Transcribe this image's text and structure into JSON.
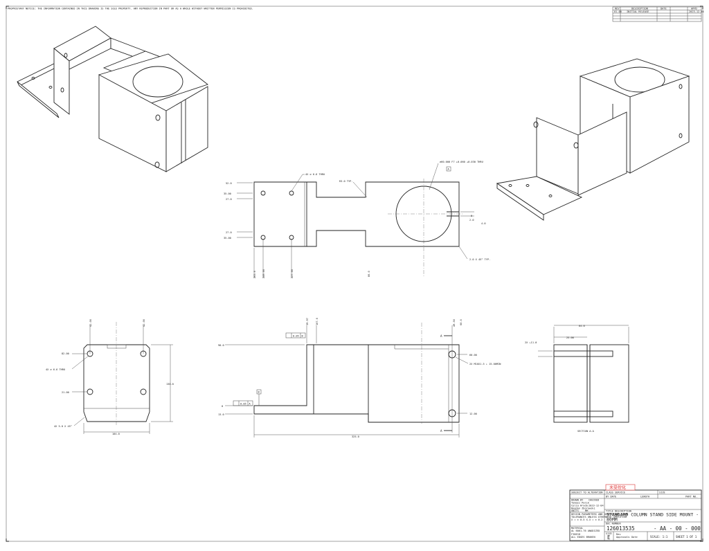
{
  "header_note": "PROPRIETARY NOTICE: THE INFORMATION CONTAINED IN THIS DRAWING IS THE SOLE PROPERTY. ANY REPRODUCTION IN PART OR AS A WHOLE WITHOUT WRITTEN PERMISSION IS PROHIBITED.",
  "revision_table": {
    "headers": [
      "REV",
      "DESCRIPTION",
      "DATE",
      "APPD"
    ],
    "rows": [
      [
        "01-00",
        "INITIAL RELEASE",
        "",
        "2023-12-04"
      ]
    ]
  },
  "top_view": {
    "dims_left": [
      "52.0",
      "35.00",
      "27.0",
      "27.0",
      "35.00"
    ],
    "dims_bottom": [
      "265.0",
      "249.00",
      "227.00",
      "80.0"
    ],
    "notes": {
      "holes": "4X ⌀ 6.6 THRU",
      "radius": "R3.0 TYP.",
      "bore": "⌀60.000 F7 +0.060 +0.030 THRU",
      "bore_tag": "A",
      "chamfer": "2.0 X 45° TYP.",
      "offsets": [
        "0",
        "2.0",
        "4.0"
      ]
    }
  },
  "end_view": {
    "dims_top": [
      "42.00",
      "42.00"
    ],
    "dims_left": [
      "82.00",
      "21.00"
    ],
    "note_holes": "4X ⌀ 6.6 THRU",
    "note_chamfer": "4X 5.0 X 45°",
    "dim_right": "130.0",
    "dim_bottom": "104.0"
  },
  "front_view": {
    "dims_top": [
      "39.97",
      "107.0",
      "49.50",
      "60.0"
    ],
    "dims_left": [
      "98.0",
      "0",
      "13.0"
    ],
    "dims_right": [
      "60.00",
      "12.00"
    ],
    "note_tap": "2X M10X1.5 ↓ 15.00MIN",
    "gdt": [
      "0.05",
      "B",
      "0.05",
      "A"
    ],
    "datum": "B",
    "section_marks": [
      "A",
      "A"
    ],
    "dim_bottom": "325.0"
  },
  "section_view": {
    "dims": [
      "64.0",
      "25.00",
      "2X ⌙11.0"
    ],
    "label": "SECTION A-A"
  },
  "title_block": {
    "stamp": "未受控化",
    "row_labels": [
      "SUBJECT TO ALTERATION",
      "CLASS SERVICE",
      "SIZE",
      "BY DATE",
      "LENGTH",
      "PART NO."
    ],
    "designers": [
      "DRAWN BY",
      "Tomasz Palik",
      "Celia Hryda",
      "Bogdan Zborowski",
      "CHECKED",
      "2023-12-04",
      "UNITS",
      "MM"
    ],
    "notes": [
      "DESIGN PARAMETERS AND DIMENSIONS SHOWN",
      "TOLERANCES UNLESS OTHERWISE SPECIFIED",
      "X = ± 0.5   X.X = ± 0.2",
      "MATERIAL",
      "AL 6061-T6 ANODIZED",
      "FINISH",
      "ALL EDGES BROKEN"
    ],
    "title_caption": "TITLE DESCRIPTION",
    "title": "STANDARD COLUMN STAND SIDE MOUNT - 80MM",
    "title_line1": "STANDARD COLUMN STAND SIDE MOUNT -",
    "title_line2": "80MM",
    "part_caption": "DOC NUMBER",
    "part_number": "126013535",
    "suffix": "- AA - 00 - 000",
    "size_caption": "SIZE",
    "size": "E",
    "scale": "SCALE: 1:1",
    "sheet": "SHEET 1 OF 1",
    "small_fields": [
      "Rev",
      "Approvals",
      "Date"
    ]
  }
}
